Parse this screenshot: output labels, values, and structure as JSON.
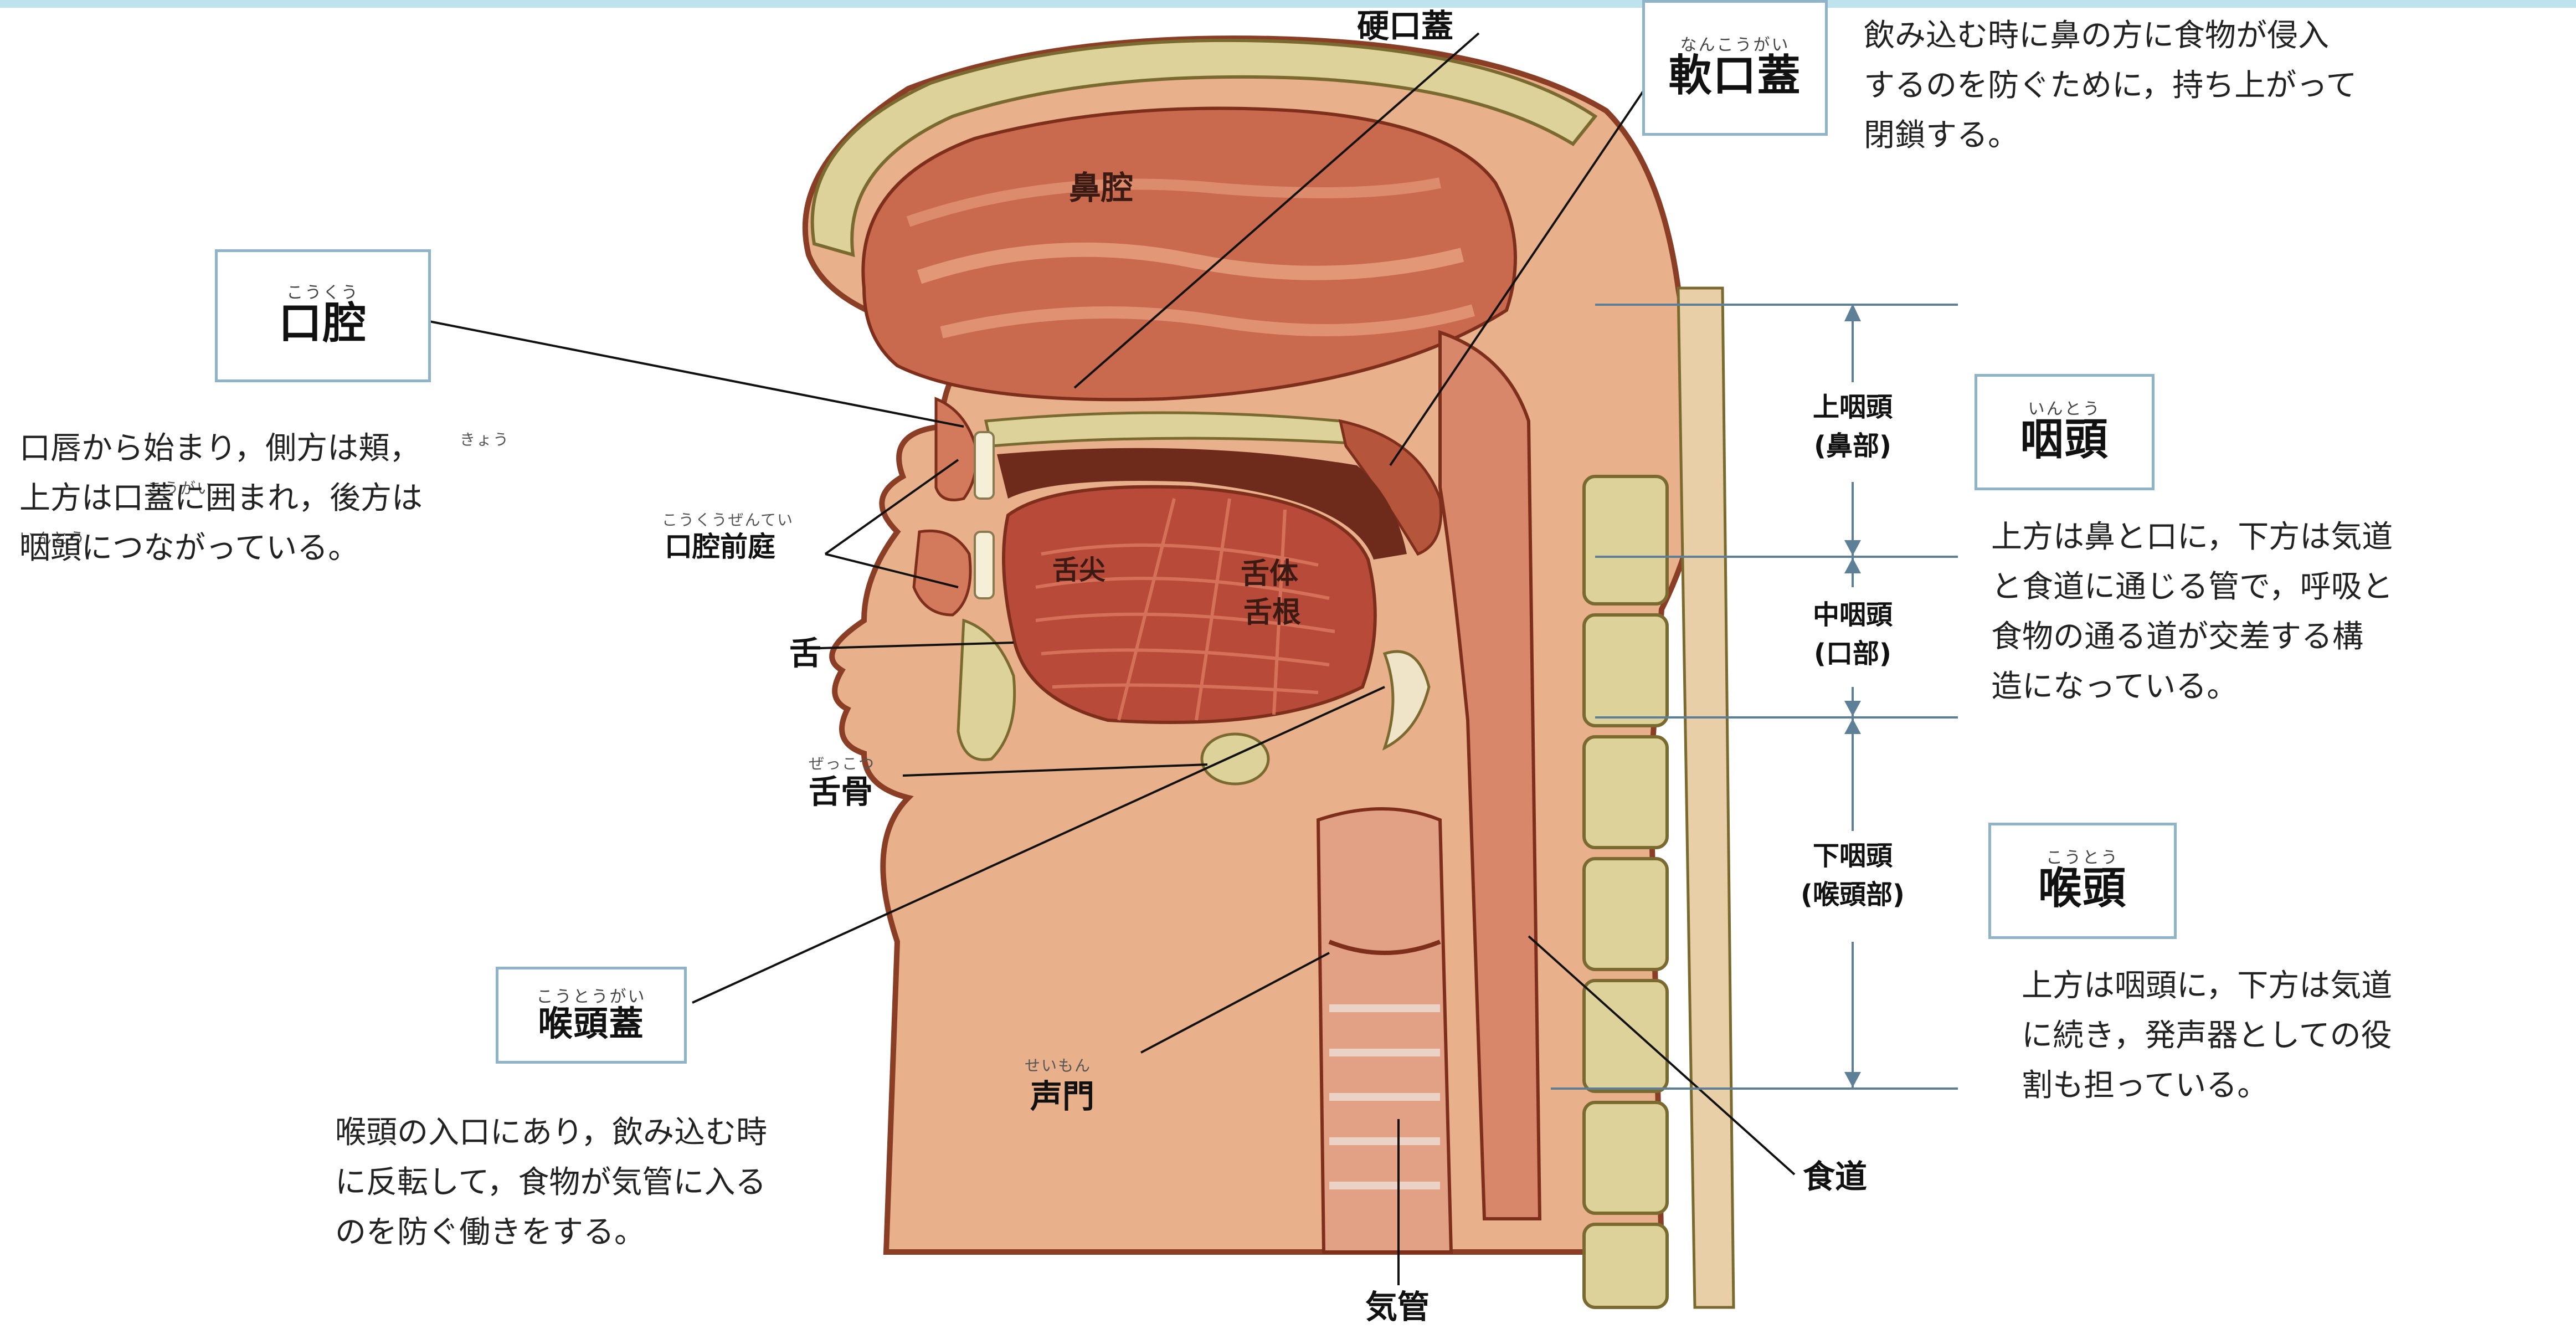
{
  "ruby": {
    "kokuu": "こうくう",
    "nankougai": "なんこうがい",
    "intou": "いんとう",
    "koutou": "こうとう",
    "koutougai": "こうとうがい",
    "koukuuzentei": "こうくうぜんてい",
    "zekkotsu": "ぜっこつ",
    "seimon": "せいもん",
    "kyou": "きょう",
    "kougai": "こうがい",
    "intou_small": "いんとう"
  },
  "boxes": {
    "oral_cavity": "口腔",
    "soft_palate": "軟口蓋",
    "pharynx": "咽頭",
    "larynx": "喉頭",
    "epiglottis": "喉頭蓋"
  },
  "labels": {
    "hard_palate": "硬口蓋",
    "nasal_cavity": "鼻腔",
    "oral_vestibule": "口腔前庭",
    "tongue": "舌",
    "tongue_tip": "舌尖",
    "tongue_body": "舌体",
    "tongue_root": "舌根",
    "hyoid": "舌骨",
    "glottis": "声門",
    "esophagus": "食道",
    "trachea": "気管"
  },
  "segments": {
    "upper_line1": "上咽頭",
    "upper_line2": "(鼻部)",
    "middle_line1": "中咽頭",
    "middle_line2": "(口部)",
    "lower_line1": "下咽頭",
    "lower_line2": "(喉頭部)"
  },
  "descriptions": {
    "oral_cavity": [
      "口唇から始まり，側方は頬，",
      "上方は口蓋に囲まれ，後方は",
      "咽頭につながっている。"
    ],
    "soft_palate": [
      "飲み込む時に鼻の方に食物が侵入",
      "するのを防ぐために，持ち上がって",
      "閉鎖する。"
    ],
    "pharynx": [
      "上方は鼻と口に，下方は気道",
      "と食道に通じる管で，呼吸と",
      "食物の通る道が交差する構",
      "造になっている。"
    ],
    "larynx": [
      "上方は咽頭に，下方は気道",
      "に続き，発声器としての役",
      "割も担っている。"
    ],
    "epiglottis": [
      "喉頭の入口にあり，飲み込む時",
      "に反転して，食物が気管に入る",
      "のを防ぐ働きをする。"
    ]
  },
  "colors": {
    "box_border": "#8fb3c9",
    "top_bar": "#bfe3ec",
    "leader_line": "#111111",
    "bracket": "#5d7f98",
    "tissue": "#c9694e",
    "tongue": "#b84a3a",
    "bone": "#ddd29a"
  }
}
